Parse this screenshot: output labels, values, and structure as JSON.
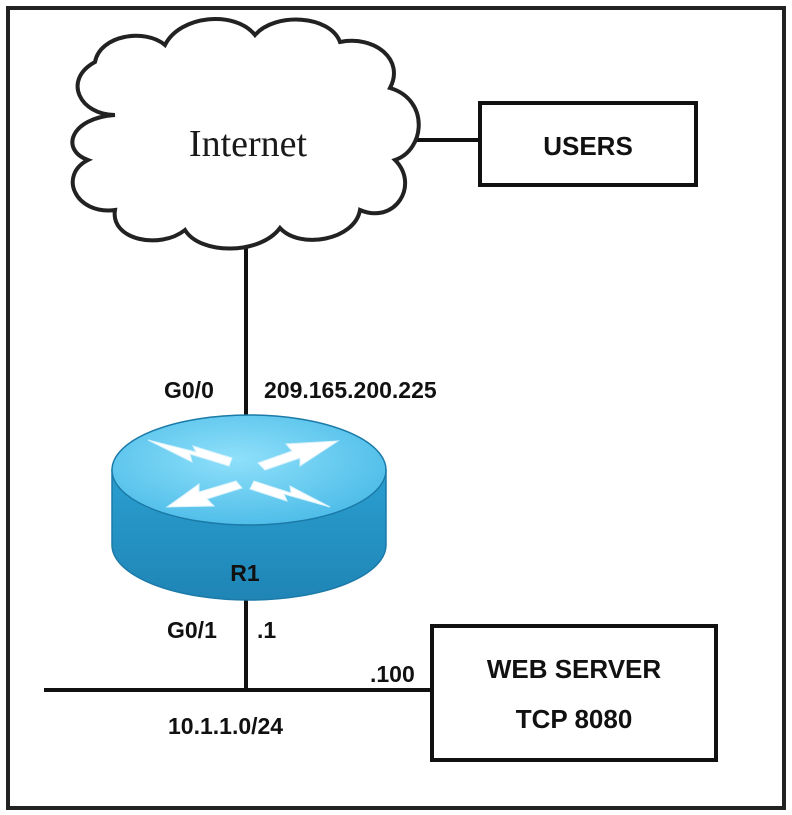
{
  "cloud": {
    "label": "Internet"
  },
  "users_box": {
    "label": "USERS"
  },
  "router": {
    "name": "R1",
    "g0_0": {
      "interface": "G0/0",
      "ip": "209.165.200.225"
    },
    "g0_1": {
      "interface": "G0/1",
      "ip": ".1"
    }
  },
  "lan": {
    "subnet": "10.1.1.0/24"
  },
  "server": {
    "host_ip": ".100",
    "line1": "WEB SERVER",
    "line2": "TCP 8080"
  },
  "colors": {
    "router_top": "#5bc8ee",
    "router_side": "#2a9fd0",
    "line": "#111111"
  }
}
